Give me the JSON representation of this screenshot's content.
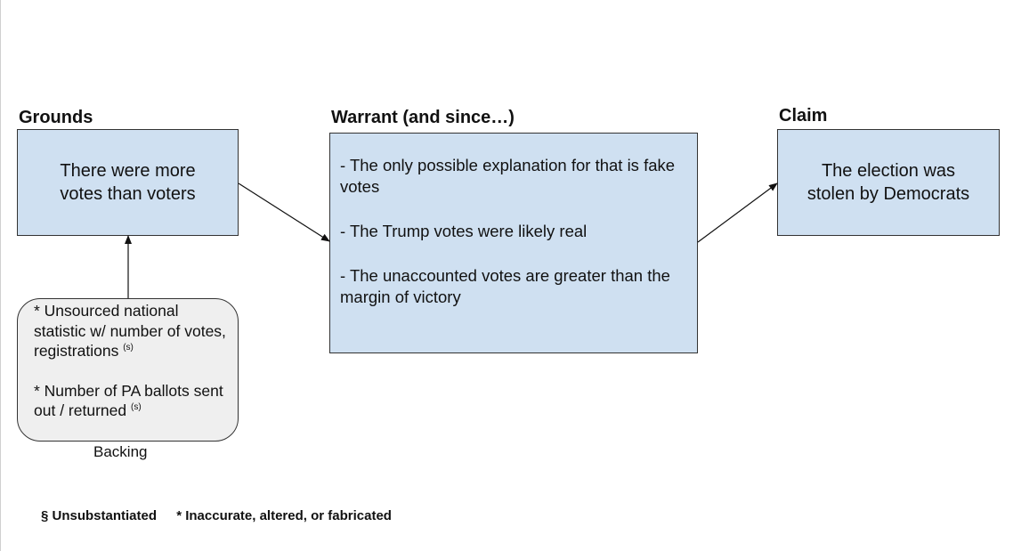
{
  "grounds": {
    "title": "Grounds",
    "text": "There were more votes than voters"
  },
  "warrant": {
    "title": "Warrant (and since…)",
    "items": [
      "- The only possible explanation for that is fake votes",
      "- The Trump votes were likely real",
      "- The unaccounted votes are greater than the margin of victory"
    ]
  },
  "claim": {
    "title": "Claim",
    "text_line1": "The election was",
    "text_line2": "stolen by Democrats"
  },
  "backing": {
    "label": "Backing",
    "items": [
      {
        "text": "* Unsourced national statistic w/ number of votes, registrations",
        "mark": "(s)"
      },
      {
        "text": "* Number of PA ballots sent out / returned",
        "mark": "(s)"
      }
    ]
  },
  "legend": {
    "unsubstantiated": "§ Unsubstantiated",
    "inaccurate": "* Inaccurate, altered, or fabricated"
  },
  "colors": {
    "box_fill": "#cfe0f1",
    "backing_fill": "#efefef",
    "stroke": "#333333"
  }
}
